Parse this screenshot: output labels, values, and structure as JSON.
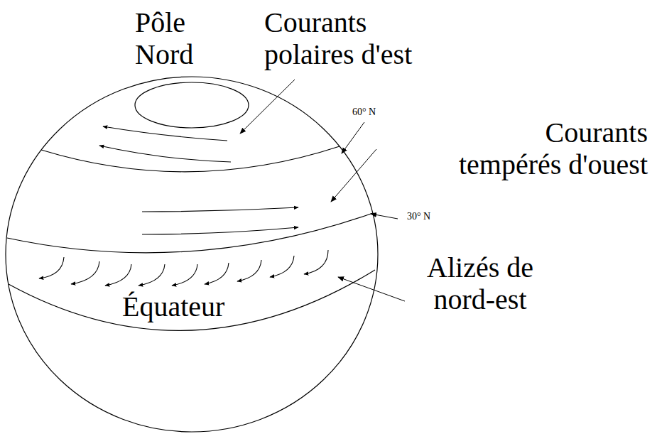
{
  "diagram": {
    "labels": [
      "Pôle Nord",
      "Courants polaires d'est",
      "60° N",
      "Courants tempérés d'ouest",
      "30° N",
      "Alizés de nord-est",
      "Équateur"
    ]
  }
}
